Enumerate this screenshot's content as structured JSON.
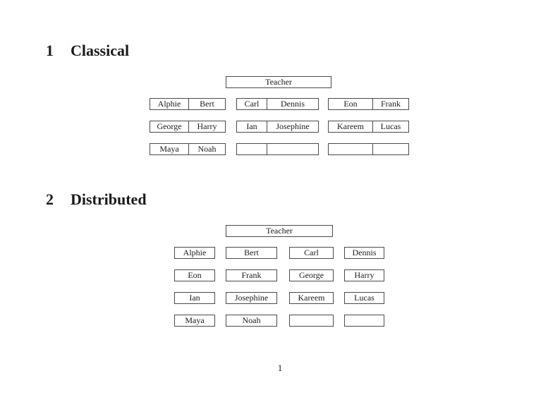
{
  "document": {
    "page_number": "1"
  },
  "sections": [
    {
      "number": "1",
      "title": "Classical",
      "teacher_label": "Teacher",
      "desk_rows": [
        [
          {
            "left": "Alphie",
            "right": "Bert"
          },
          {
            "left": "Carl",
            "right": "Dennis"
          },
          {
            "left": "Eon",
            "right": "Frank"
          }
        ],
        [
          {
            "left": "George",
            "right": "Harry"
          },
          {
            "left": "Ian",
            "right": "Josephine"
          },
          {
            "left": "Kareem",
            "right": "Lucas"
          }
        ],
        [
          {
            "left": "Maya",
            "right": "Noah"
          },
          {
            "left": "",
            "right": ""
          },
          {
            "left": "",
            "right": ""
          }
        ]
      ]
    },
    {
      "number": "2",
      "title": "Distributed",
      "teacher_label": "Teacher",
      "seat_rows": [
        [
          "Alphie",
          "Bert",
          "Carl",
          "Dennis"
        ],
        [
          "Eon",
          "Frank",
          "George",
          "Harry"
        ],
        [
          "Ian",
          "Josephine",
          "Kareem",
          "Lucas"
        ],
        [
          "Maya",
          "Noah",
          "",
          ""
        ]
      ]
    }
  ]
}
